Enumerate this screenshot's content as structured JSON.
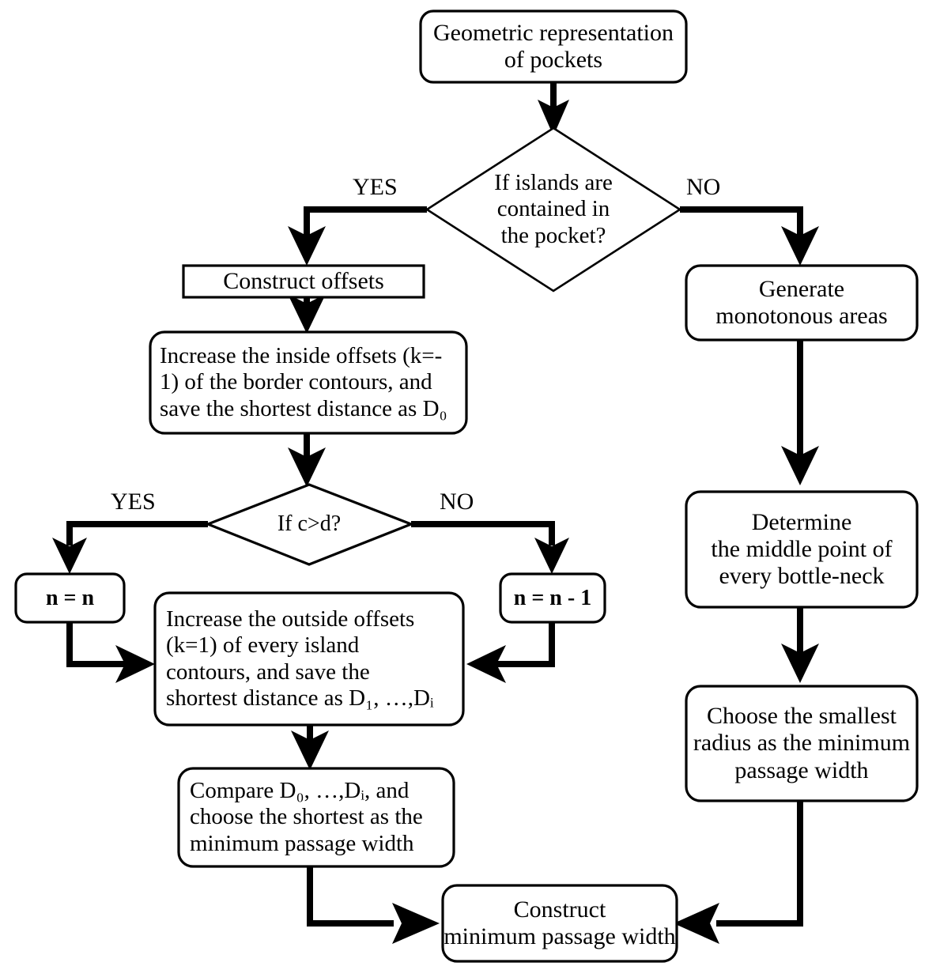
{
  "diagram": {
    "title": "Minimum passage width determination flowchart",
    "type": "flowchart",
    "background": "#ffffff",
    "line_color": "#000000",
    "text_color": "#000000"
  },
  "nodes": {
    "start": {
      "label": "Geometric representation\nof pockets",
      "shape": "rounded-rect"
    },
    "decision_islands": {
      "label": "If islands are\ncontained in\nthe pocket?",
      "shape": "diamond"
    },
    "construct_offsets": {
      "label": "Construct offsets",
      "shape": "rect"
    },
    "increase_inside": {
      "label": "Increase the inside offsets (k=-\n1) of the border contours, and\nsave the shortest distance as D₀",
      "shape": "rounded-rect"
    },
    "decision_cd": {
      "label": "If c>d?",
      "shape": "diamond"
    },
    "n_equals_n": {
      "label": "n = n",
      "shape": "rounded-rect"
    },
    "n_minus_one": {
      "label": "n = n - 1",
      "shape": "rounded-rect"
    },
    "increase_outside": {
      "label": "Increase the outside offsets\n(k=1) of every island\ncontours, and save the\nshortest distance as D₁, …,Dᵢ",
      "shape": "rounded-rect"
    },
    "compare": {
      "label": "Compare D₀, …,Dᵢ, and\nchoose the shortest as the\nminimum passage width",
      "shape": "rounded-rect"
    },
    "generate_monotonous": {
      "label": "Generate\nmonotonous areas",
      "shape": "rounded-rect"
    },
    "determine_middle": {
      "label": "Determine\nthe middle point of\nevery bottle-neck",
      "shape": "rounded-rect"
    },
    "choose_smallest": {
      "label": "Choose the smallest\nradius as the minimum\npassage width",
      "shape": "rounded-rect"
    },
    "construct_mpw": {
      "label": "Construct\nminimum passage width",
      "shape": "rounded-rect"
    }
  },
  "branch_labels": {
    "islands_yes": "YES",
    "islands_no": "NO",
    "cd_yes": "YES",
    "cd_no": "NO"
  },
  "edges": [
    {
      "from": "start",
      "to": "decision_islands",
      "label": ""
    },
    {
      "from": "decision_islands",
      "to": "construct_offsets",
      "label": "YES"
    },
    {
      "from": "decision_islands",
      "to": "generate_monotonous",
      "label": "NO"
    },
    {
      "from": "construct_offsets",
      "to": "increase_inside",
      "label": ""
    },
    {
      "from": "increase_inside",
      "to": "decision_cd",
      "label": ""
    },
    {
      "from": "decision_cd",
      "to": "n_equals_n",
      "label": "YES"
    },
    {
      "from": "decision_cd",
      "to": "n_minus_one",
      "label": "NO"
    },
    {
      "from": "n_equals_n",
      "to": "increase_outside",
      "label": ""
    },
    {
      "from": "n_minus_one",
      "to": "increase_outside",
      "label": ""
    },
    {
      "from": "increase_outside",
      "to": "compare",
      "label": ""
    },
    {
      "from": "compare",
      "to": "construct_mpw",
      "label": ""
    },
    {
      "from": "generate_monotonous",
      "to": "determine_middle",
      "label": ""
    },
    {
      "from": "determine_middle",
      "to": "choose_smallest",
      "label": ""
    },
    {
      "from": "choose_smallest",
      "to": "construct_mpw",
      "label": ""
    }
  ]
}
